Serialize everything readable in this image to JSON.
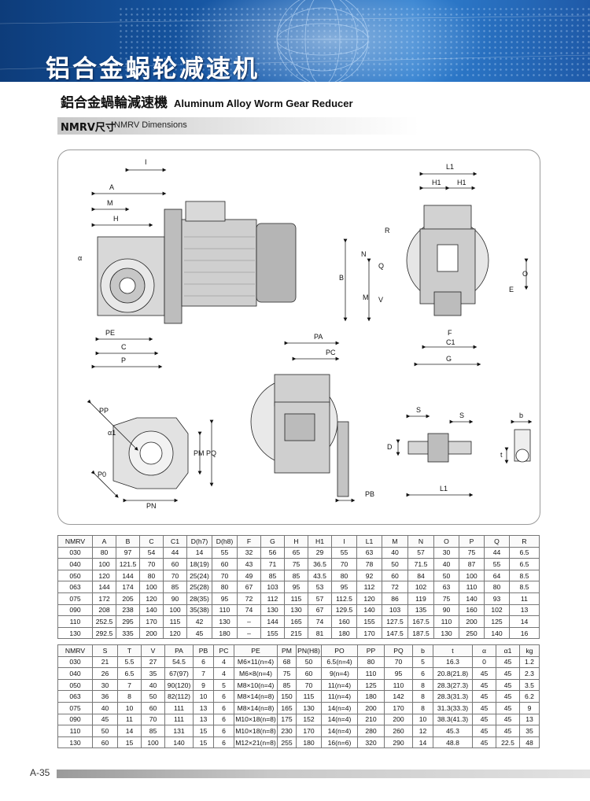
{
  "banner_title": "铝合金蜗轮减速机",
  "heading": {
    "zh": "鋁合金蝸輪減速機",
    "en": "Aluminum Alloy Worm Gear Reducer"
  },
  "subheading": {
    "zh": "NMRV尺寸",
    "en": "NMRV Dimensions"
  },
  "drawing_labels": [
    "I",
    "A",
    "M",
    "H",
    "α",
    "PE",
    "C",
    "P",
    "L1",
    "H1",
    "H1",
    "R",
    "N",
    "B",
    "Q",
    "M",
    "V",
    "O",
    "E",
    "F",
    "C1",
    "G",
    "PA",
    "PC",
    "PP",
    "α1",
    "PM",
    "PQ",
    "P0",
    "PN",
    "PB",
    "S",
    "S",
    "D",
    "L1",
    "b",
    "t"
  ],
  "table1": {
    "headers": [
      "NMRV",
      "A",
      "B",
      "C",
      "C1",
      "D(h7)",
      "D(h8)",
      "F",
      "G",
      "H",
      "H1",
      "I",
      "L1",
      "M",
      "N",
      "O",
      "P",
      "Q",
      "R"
    ],
    "rows": [
      [
        "030",
        "80",
        "97",
        "54",
        "44",
        "14",
        "55",
        "32",
        "56",
        "65",
        "29",
        "55",
        "63",
        "40",
        "57",
        "30",
        "75",
        "44",
        "6.5"
      ],
      [
        "040",
        "100",
        "121.5",
        "70",
        "60",
        "18(19)",
        "60",
        "43",
        "71",
        "75",
        "36.5",
        "70",
        "78",
        "50",
        "71.5",
        "40",
        "87",
        "55",
        "6.5"
      ],
      [
        "050",
        "120",
        "144",
        "80",
        "70",
        "25(24)",
        "70",
        "49",
        "85",
        "85",
        "43.5",
        "80",
        "92",
        "60",
        "84",
        "50",
        "100",
        "64",
        "8.5"
      ],
      [
        "063",
        "144",
        "174",
        "100",
        "85",
        "25(28)",
        "80",
        "67",
        "103",
        "95",
        "53",
        "95",
        "112",
        "72",
        "102",
        "63",
        "110",
        "80",
        "8.5"
      ],
      [
        "075",
        "172",
        "205",
        "120",
        "90",
        "28(35)",
        "95",
        "72",
        "112",
        "115",
        "57",
        "112.5",
        "120",
        "86",
        "119",
        "75",
        "140",
        "93",
        "11"
      ],
      [
        "090",
        "208",
        "238",
        "140",
        "100",
        "35(38)",
        "110",
        "74",
        "130",
        "130",
        "67",
        "129.5",
        "140",
        "103",
        "135",
        "90",
        "160",
        "102",
        "13"
      ],
      [
        "110",
        "252.5",
        "295",
        "170",
        "115",
        "42",
        "130",
        "–",
        "144",
        "165",
        "74",
        "160",
        "155",
        "127.5",
        "167.5",
        "110",
        "200",
        "125",
        "14"
      ],
      [
        "130",
        "292.5",
        "335",
        "200",
        "120",
        "45",
        "180",
        "–",
        "155",
        "215",
        "81",
        "180",
        "170",
        "147.5",
        "187.5",
        "130",
        "250",
        "140",
        "16"
      ]
    ]
  },
  "table2": {
    "headers": [
      "NMRV",
      "S",
      "T",
      "V",
      "PA",
      "PB",
      "PC",
      "PE",
      "PM",
      "PN(H8)",
      "PO",
      "PP",
      "PQ",
      "b",
      "t",
      "α",
      "α1",
      "kg"
    ],
    "rows": [
      [
        "030",
        "21",
        "5.5",
        "27",
        "54.5",
        "6",
        "4",
        "M6×11(n=4)",
        "68",
        "50",
        "6.5(n=4)",
        "80",
        "70",
        "5",
        "16.3",
        "0",
        "45",
        "1.2"
      ],
      [
        "040",
        "26",
        "6.5",
        "35",
        "67(97)",
        "7",
        "4",
        "M6×8(n=4)",
        "75",
        "60",
        "9(n=4)",
        "110",
        "95",
        "6",
        "20.8(21.8)",
        "45",
        "45",
        "2.3"
      ],
      [
        "050",
        "30",
        "7",
        "40",
        "90(120)",
        "9",
        "5",
        "M8×10(n=4)",
        "85",
        "70",
        "11(n=4)",
        "125",
        "110",
        "8",
        "28.3(27.3)",
        "45",
        "45",
        "3.5"
      ],
      [
        "063",
        "36",
        "8",
        "50",
        "82(112)",
        "10",
        "6",
        "M8×14(n=8)",
        "150",
        "115",
        "11(n=4)",
        "180",
        "142",
        "8",
        "28.3(31.3)",
        "45",
        "45",
        "6.2"
      ],
      [
        "075",
        "40",
        "10",
        "60",
        "111",
        "13",
        "6",
        "M8×14(n=8)",
        "165",
        "130",
        "14(n=4)",
        "200",
        "170",
        "8",
        "31.3(33.3)",
        "45",
        "45",
        "9"
      ],
      [
        "090",
        "45",
        "11",
        "70",
        "111",
        "13",
        "6",
        "M10×18(n=8)",
        "175",
        "152",
        "14(n=4)",
        "210",
        "200",
        "10",
        "38.3(41.3)",
        "45",
        "45",
        "13"
      ],
      [
        "110",
        "50",
        "14",
        "85",
        "131",
        "15",
        "6",
        "M10×18(n=8)",
        "230",
        "170",
        "14(n=4)",
        "280",
        "260",
        "12",
        "45.3",
        "45",
        "45",
        "35"
      ],
      [
        "130",
        "60",
        "15",
        "100",
        "140",
        "15",
        "6",
        "M12×21(n=8)",
        "255",
        "180",
        "16(n=6)",
        "320",
        "290",
        "14",
        "48.8",
        "45",
        "22.5",
        "48"
      ]
    ]
  },
  "page_number": "A-35"
}
